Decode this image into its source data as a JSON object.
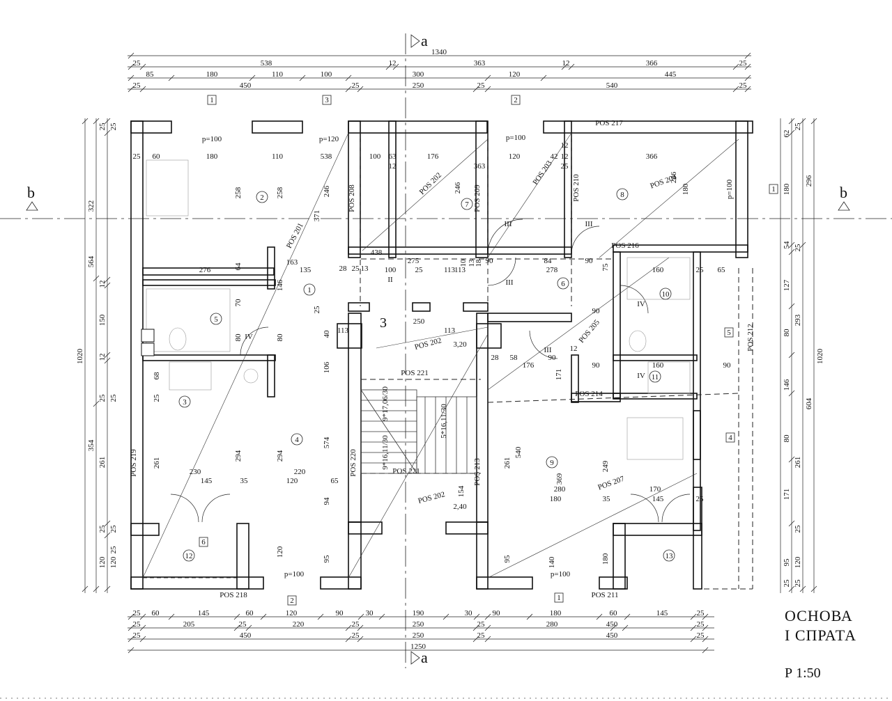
{
  "title": {
    "line1": "ОСНОВА",
    "line2": "І СПРАТА",
    "scale": "Р  1:50"
  },
  "section_markers": {
    "a_top": "a",
    "a_bottom": "a",
    "b_left": "b",
    "b_right": "b"
  },
  "top_dimensions": {
    "total": "1340",
    "chain1": [
      "25",
      "538",
      "12",
      "363",
      "12",
      "366",
      "25"
    ],
    "chain2": [
      "85",
      "180",
      "110",
      "100",
      "300",
      "120",
      "445"
    ],
    "chain3": [
      "25",
      "450",
      "25",
      "250",
      "25",
      "540",
      "25"
    ]
  },
  "bottom_dimensions": {
    "chain1": [
      "25",
      "60",
      "145",
      "60",
      "120",
      "90",
      "30",
      "190",
      "30",
      "90",
      "180",
      "60",
      "145",
      "25"
    ],
    "chain2": [
      "25",
      "205",
      "25",
      "220",
      "25",
      "250",
      "25",
      "280",
      "450",
      "25"
    ],
    "chain3": [
      "25",
      "450",
      "25",
      "250",
      "25",
      "450",
      "25"
    ],
    "total": "1250"
  },
  "left_dimensions": {
    "outer": "1020",
    "col1": [
      "322",
      "564",
      "354"
    ],
    "col2": [
      "25",
      "12",
      "150",
      "12",
      "25",
      "261",
      "25",
      "120"
    ],
    "col3": [
      "25",
      "25",
      "25",
      "25",
      "120"
    ]
  },
  "right_dimensions": {
    "outer": "1020",
    "col1": [
      "296",
      "604"
    ],
    "col2": [
      "62",
      "180",
      "54",
      "127",
      "80",
      "146",
      "80",
      "171",
      "95",
      "25"
    ],
    "col3": [
      "25",
      "25",
      "293",
      "261",
      "25",
      "120",
      "25"
    ]
  },
  "rooms": [
    "1",
    "2",
    "3",
    "4",
    "5",
    "6",
    "7",
    "8",
    "9",
    "10",
    "11",
    "12",
    "13"
  ],
  "stair_label": "3",
  "levels": [
    "3,20",
    "2,40"
  ],
  "window_tags": [
    "1",
    "3",
    "2",
    "1",
    "5",
    "4",
    "6",
    "2",
    "1"
  ],
  "door_tags": [
    "II",
    "III",
    "III",
    "III",
    "III",
    "IV",
    "IV",
    "IV"
  ],
  "windows": [
    "p=100",
    "p=120",
    "p=100",
    "p=100",
    "p=100",
    "p=100"
  ],
  "beams": [
    "POS 201",
    "POS 202",
    "POS 203",
    "POS 204",
    "POS 205",
    "POS 207",
    "POS 208",
    "POS 209",
    "POS 210",
    "POS 211",
    "POS 212",
    "POS 213",
    "POS 214",
    "POS 216",
    "POS 217",
    "POS 218",
    "POS 219",
    "POS 220",
    "POS 221",
    "POS 221",
    "POS 202",
    "POS 202"
  ],
  "stairs": [
    "9*17,06/30",
    "5*16,11/30",
    "9*16,11/30"
  ],
  "inner_labels": [
    "25",
    "60",
    "180",
    "110",
    "538",
    "100",
    "63",
    "12",
    "176",
    "363",
    "12",
    "25",
    "120",
    "42",
    "12",
    "366",
    "258",
    "258",
    "246",
    "371",
    "246",
    "246",
    "180",
    "438",
    "276",
    "64",
    "163",
    "135",
    "28",
    "25",
    "13",
    "100",
    "275",
    "25",
    "113",
    "113",
    "10",
    "13",
    "18",
    "90",
    "84",
    "278",
    "90",
    "75",
    "160",
    "25",
    "65",
    "146",
    "70",
    "80",
    "80",
    "40",
    "106",
    "94",
    "25",
    "113",
    "250",
    "113",
    "28",
    "58",
    "176",
    "90",
    "12",
    "90",
    "171",
    "90",
    "160",
    "90",
    "68",
    "25",
    "261",
    "294",
    "294",
    "574",
    "261",
    "540",
    "369",
    "249",
    "230",
    "220",
    "145",
    "35",
    "120",
    "65",
    "280",
    "180",
    "35",
    "170",
    "145",
    "25",
    "154",
    "120",
    "95",
    "95",
    "180",
    "140"
  ]
}
